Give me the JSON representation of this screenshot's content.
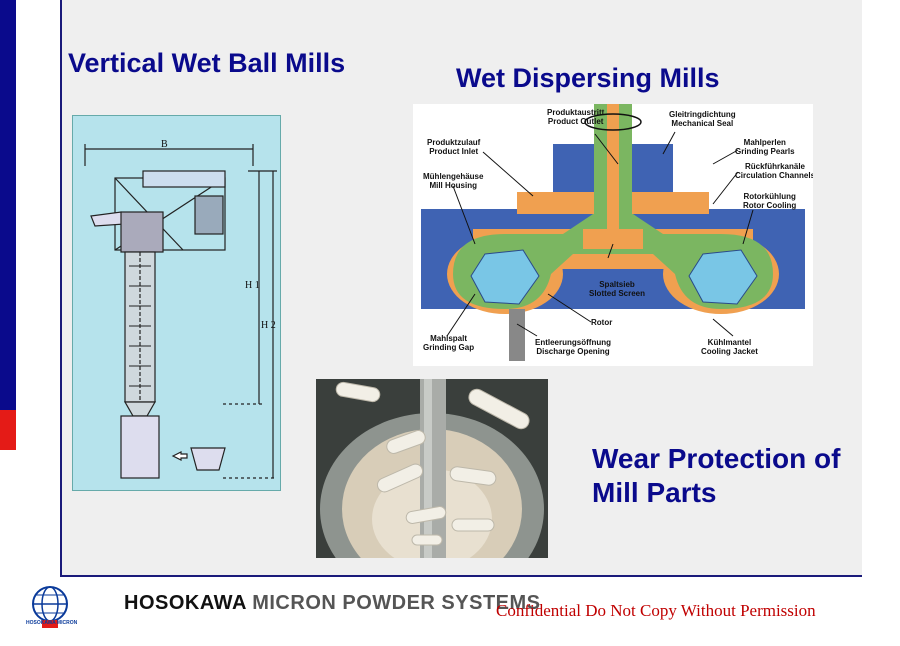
{
  "titles": {
    "vertical": "Vertical Wet Ball Mills",
    "dispersing": "Wet Dispersing Mills",
    "wear": "Wear Protection of  Mill Parts"
  },
  "vertical_drawing": {
    "dim_b": "B",
    "dim_h1": "H 1",
    "dim_h2": "H 2"
  },
  "dispersing_labels": {
    "product_outlet": [
      "Produktaustritt",
      "Product Outlet"
    ],
    "mechanical_seal": [
      "Gleitringdichtung",
      "Mechanical Seal"
    ],
    "product_inlet": [
      "Produktzulauf",
      "Product Inlet"
    ],
    "grinding_pearls": [
      "Mahlperlen",
      "Grinding Pearls"
    ],
    "circulation": [
      "Rückführkanäle",
      "Circulation Channels"
    ],
    "mill_housing": [
      "Mühlengehäuse",
      "Mill Housing"
    ],
    "rotor_cooling": [
      "Rotorkühlung",
      "Rotor Cooling"
    ],
    "slotted_screen": [
      "Spaltsieb",
      "Slotted Screen"
    ],
    "rotor": [
      "Rotor"
    ],
    "grinding_gap": [
      "Mahlspalt",
      "Grinding Gap"
    ],
    "discharge": [
      "Entleerungsöffnung",
      "Discharge Opening"
    ],
    "cooling_jacket": [
      "Kühlmantel",
      "Cooling Jacket"
    ]
  },
  "footer": {
    "logo_text": "HOSOKAWA MICRON",
    "company_bold": "HOSOKAWA",
    "company_light": "MICRON POWDER SYSTEMS",
    "confidential": "Confidential Do Not Copy Without Permission"
  },
  "colors": {
    "brand_blue": "#0a0a8c",
    "brand_red": "#e41b17",
    "housing_blue": "#3f63b3",
    "rotor_green": "#7bb661",
    "inlet_orange": "#f0a050",
    "pearl_blue": "#79c6e6"
  }
}
